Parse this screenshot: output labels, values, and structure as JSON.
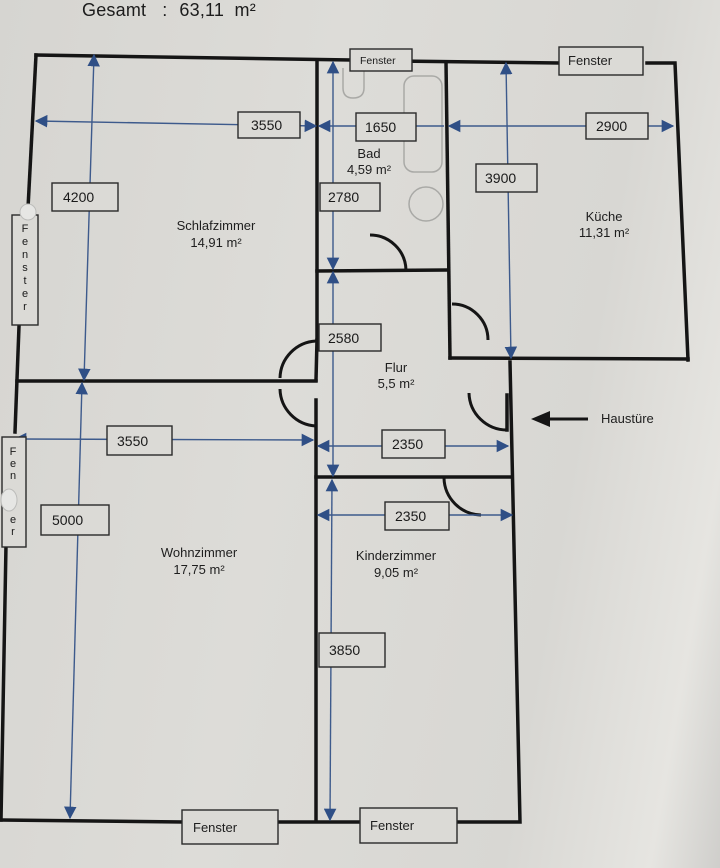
{
  "header": {
    "total_label": "Gesamt",
    "separator": ":",
    "total_value": "63,11",
    "unit": "m²"
  },
  "rooms": {
    "schlafzimmer": {
      "name": "Schlafzimmer",
      "area": "14,91 m²",
      "width": "3550",
      "depth": "4200"
    },
    "bad": {
      "name": "Bad",
      "area": "4,59 m²",
      "width": "1650",
      "depth": "2780"
    },
    "kueche": {
      "name": "Küche",
      "area": "11,31 m²",
      "width": "2900",
      "depth": "3900"
    },
    "flur": {
      "name": "Flur",
      "area": "5,5 m²",
      "width": "2350",
      "depth": "2580"
    },
    "wohnzimmer": {
      "name": "Wohnzimmer",
      "area": "17,75 m²",
      "width": "3550",
      "depth": "5000"
    },
    "kinderzimmer": {
      "name": "Kinderzimmer",
      "area": "9,05 m²",
      "width": "2350",
      "depth": "3850"
    }
  },
  "windows": {
    "bad_top": "Fenster",
    "kueche_top": "Fenster",
    "schlafzimmer_left": "Fenster",
    "wohnzimmer_left": "Fen  er",
    "wohnzimmer_bottom": "Fenster",
    "kinderzimmer_bottom": "Fenster"
  },
  "entrance": {
    "label": "Haustüre"
  }
}
